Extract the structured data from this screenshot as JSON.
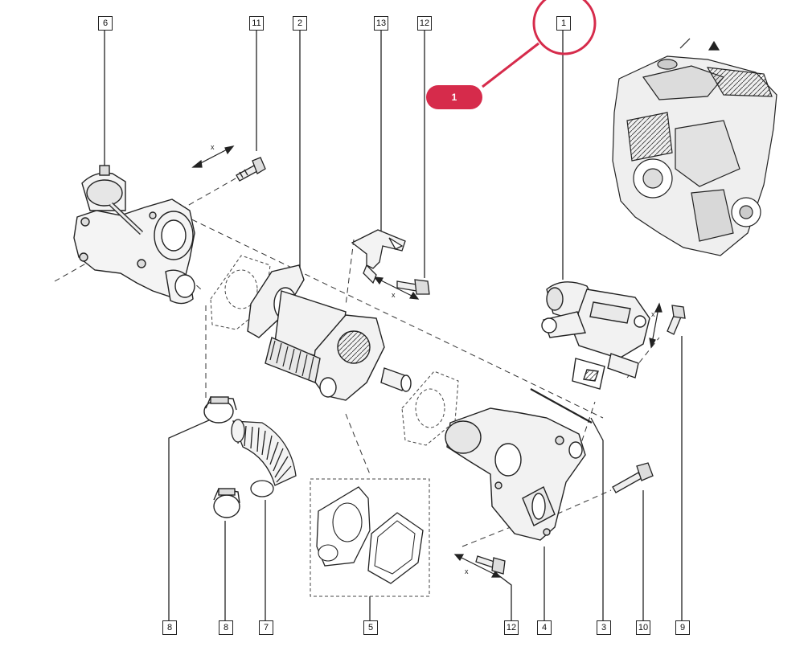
{
  "callouts": [
    {
      "id": "c6",
      "label": "6"
    },
    {
      "id": "c11",
      "label": "11"
    },
    {
      "id": "c2",
      "label": "2"
    },
    {
      "id": "c13",
      "label": "13"
    },
    {
      "id": "c12a",
      "label": "12"
    },
    {
      "id": "c1",
      "label": "1"
    },
    {
      "id": "c8a",
      "label": "8"
    },
    {
      "id": "c8b",
      "label": "8"
    },
    {
      "id": "c7",
      "label": "7"
    },
    {
      "id": "c5",
      "label": "5"
    },
    {
      "id": "c12b",
      "label": "12"
    },
    {
      "id": "c4",
      "label": "4"
    },
    {
      "id": "c3",
      "label": "3"
    },
    {
      "id": "c10",
      "label": "10"
    },
    {
      "id": "c9",
      "label": "9"
    }
  ],
  "highlight": {
    "label": "1",
    "color": "#d62b4b"
  },
  "dimension_marks": [
    "x",
    "x",
    "x",
    "x"
  ]
}
